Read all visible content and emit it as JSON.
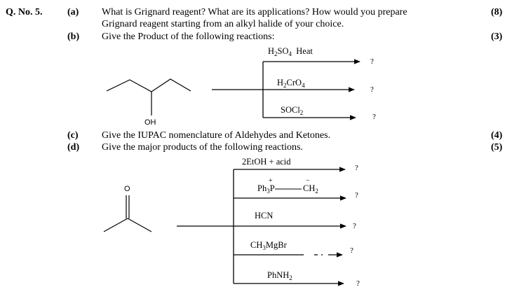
{
  "question": {
    "number": "Q. No. 5.",
    "parts": [
      {
        "label": "(a)",
        "lines": [
          "What is Grignard reagent? What are its applications? How would you prepare",
          "Grignard reagent starting from an alkyl halide of your choice."
        ],
        "marks": "(8)"
      },
      {
        "label": "(b)",
        "lines": [
          "Give the Product of the following reactions:"
        ],
        "marks": "(3)"
      },
      {
        "label": "(c)",
        "lines": [
          "Give the IUPAC nomenclature of Aldehydes and Ketones."
        ],
        "marks": "(4)"
      },
      {
        "label": "(d)",
        "lines": [
          "Give the major products of the following reactions."
        ],
        "marks": "(5)"
      }
    ]
  },
  "reaction_b": {
    "substituent": "OH",
    "reagents": [
      "H2SO4  Heat",
      "H2CrO4",
      "SOCl2"
    ],
    "product": "?"
  },
  "reaction_d": {
    "substituent": "O",
    "reagents": [
      "2EtOH + acid",
      "Ph3P—CH2",
      "HCN",
      "CH3MgBr",
      "PhNH2"
    ],
    "ylide_charges": {
      "plus": "+",
      "minus": "−"
    },
    "product": "?"
  }
}
